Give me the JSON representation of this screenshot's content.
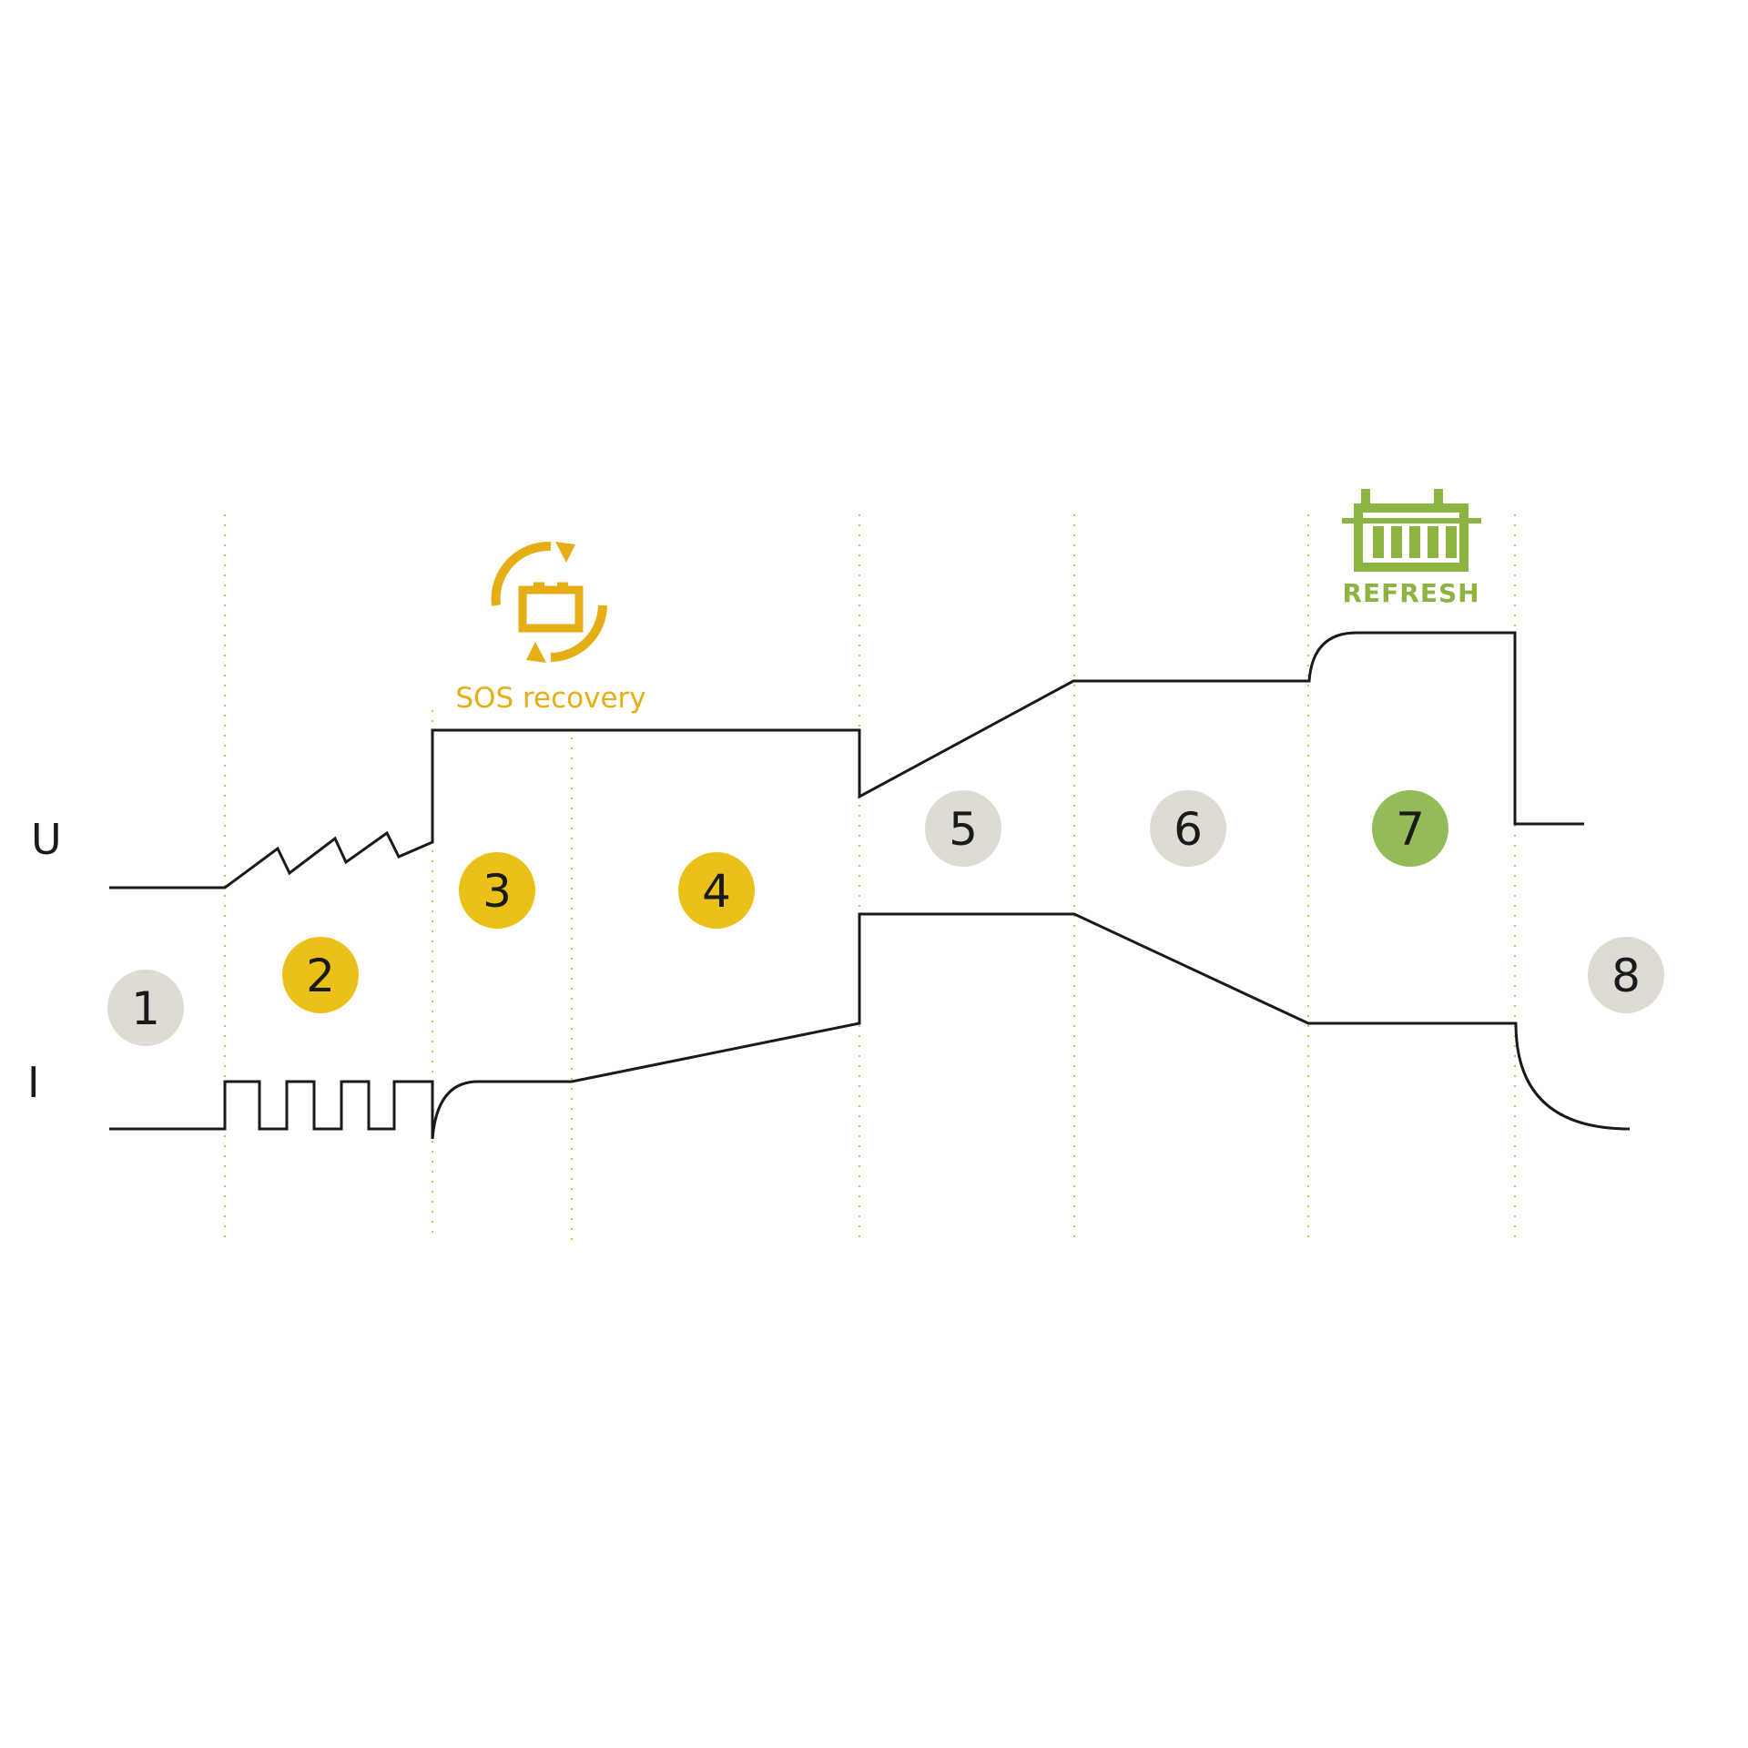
{
  "axes": {
    "voltage_label": "U",
    "current_label": "I"
  },
  "annotations": {
    "sos": {
      "text": "SOS recovery",
      "color": "#E4AE14"
    },
    "refresh": {
      "text": "REFRESH",
      "color": "#8DB443"
    }
  },
  "colors": {
    "line": "#1a1a1a",
    "divider_dots": "#E8B84A",
    "badge_grey": "#DEDCD2",
    "badge_yellow": "#EBC019",
    "badge_green": "#95BB58",
    "badge_text": "#1a1a1a"
  },
  "steps": [
    {
      "label": "1",
      "style": "grey"
    },
    {
      "label": "2",
      "style": "yellow"
    },
    {
      "label": "3",
      "style": "yellow"
    },
    {
      "label": "4",
      "style": "yellow"
    },
    {
      "label": "5",
      "style": "grey"
    },
    {
      "label": "6",
      "style": "grey"
    },
    {
      "label": "7",
      "style": "green"
    },
    {
      "label": "8",
      "style": "grey"
    }
  ],
  "icons": [
    "battery-recycle-icon",
    "battery-refresh-icon"
  ]
}
